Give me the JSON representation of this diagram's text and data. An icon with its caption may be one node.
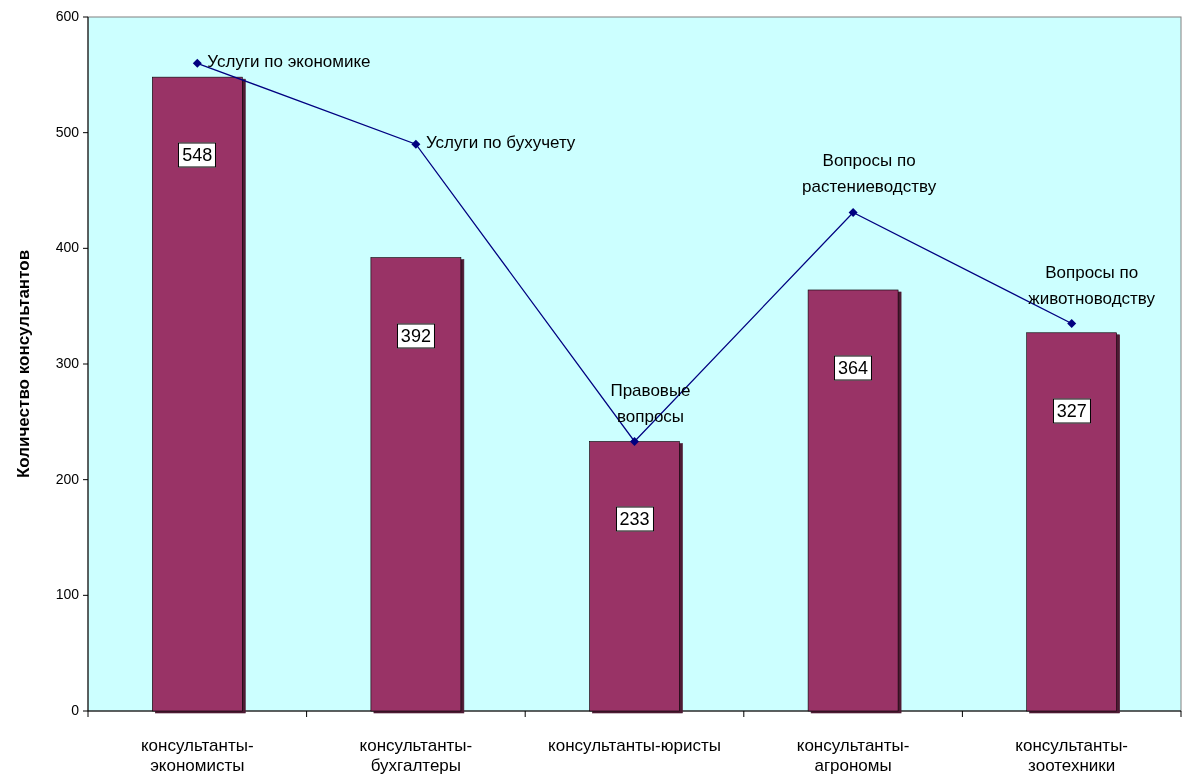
{
  "diagram": {
    "chart_data": {
      "type": "bar",
      "ylabel": "Количество консультантов",
      "categories": [
        "консультанты-экономисты",
        "консультанты-бухгалтеры",
        "консультанты-юристы",
        "консультанты-агрономы",
        "консультанты-зоотехники"
      ],
      "series": [
        {
          "color": "#993366",
          "values": [
            548,
            392,
            233,
            364,
            327
          ],
          "value_labels": [
            "548",
            "392",
            "233",
            "364",
            "327"
          ]
        },
        {
          "type": "line",
          "color": "#000080",
          "marker": "diamond",
          "values": [
            560,
            490,
            233,
            431,
            335
          ],
          "value_labels": [
            "Услуги по экономике",
            "Услуги по бухучету",
            "Правовые вопросы",
            "Вопросы по растениеводству",
            "Вопросы по животноводству"
          ]
        }
      ],
      "ylim": [
        0,
        600
      ],
      "yticks": [
        0,
        100,
        200,
        300,
        400,
        500,
        600
      ]
    }
  }
}
